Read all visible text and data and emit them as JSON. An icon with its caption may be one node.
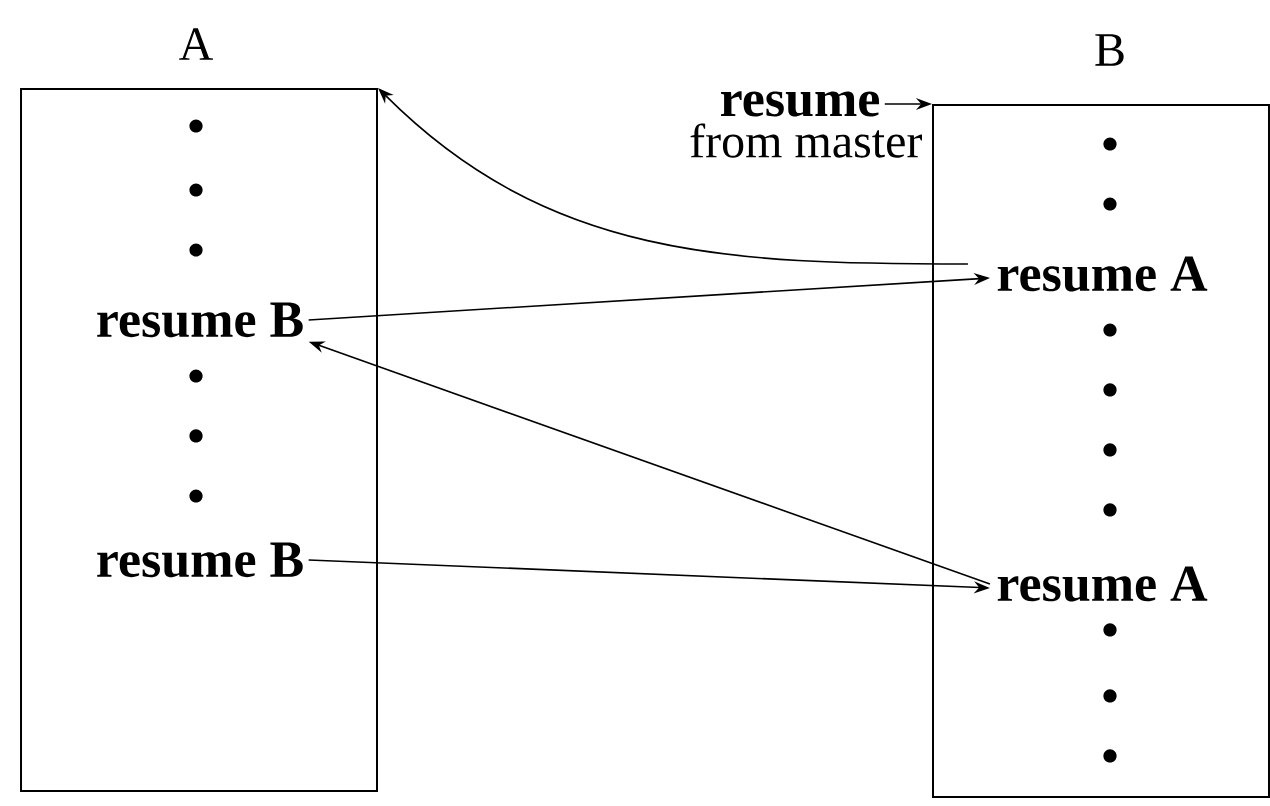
{
  "diagram": {
    "nodes": [
      {
        "text": [
          "A"
        ]
      },
      {
        "text": [
          "B"
        ]
      },
      {
        "text": [
          "resume B"
        ],
        "in": 0
      },
      {
        "text": [
          "resume B"
        ],
        "in": 0
      },
      {
        "text": [
          "resume A"
        ],
        "in": 1
      },
      {
        "text": [
          "resume A"
        ],
        "in": 1
      },
      {
        "text": [
          "resume",
          "from master"
        ]
      }
    ],
    "edges": [
      {
        "from": 4,
        "to": 0,
        "arrow": "to"
      },
      {
        "from": 2,
        "to": 4,
        "arrow": "to"
      },
      {
        "from": 5,
        "to": 2,
        "arrow": "to"
      },
      {
        "from": 3,
        "to": 5,
        "arrow": "to"
      },
      {
        "from": 6,
        "to": 1,
        "arrow": "to"
      }
    ]
  }
}
